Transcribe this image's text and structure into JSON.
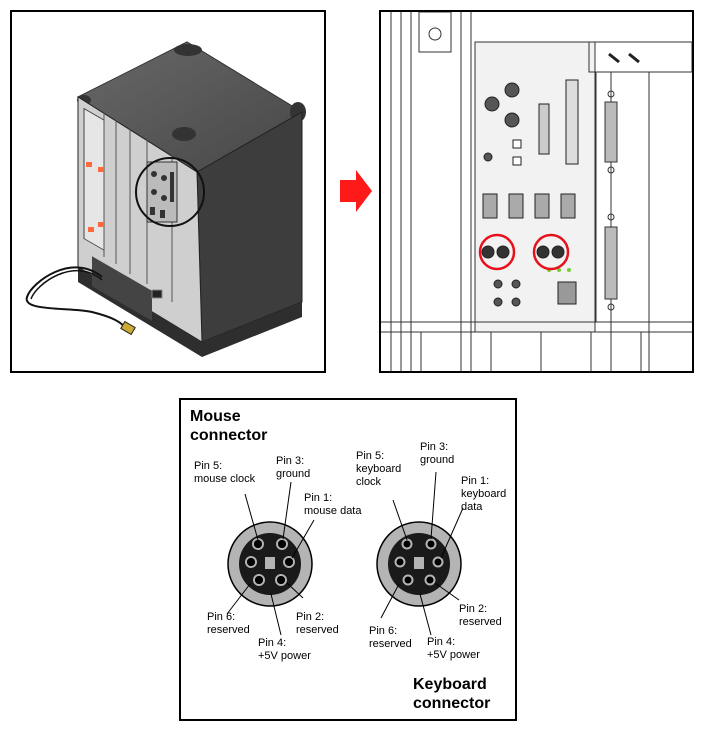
{
  "mouse": {
    "title_line1": "Mouse",
    "title_line2": "connector",
    "pin5": [
      "Pin 5:",
      "mouse clock"
    ],
    "pin3": [
      "Pin 3:",
      "ground"
    ],
    "pin1": [
      "Pin 1:",
      "mouse data"
    ],
    "pin6": [
      "Pin 6:",
      "reserved"
    ],
    "pin2": [
      "Pin 2:",
      "reserved"
    ],
    "pin4": [
      "Pin 4:",
      "+5V power"
    ]
  },
  "keyboard": {
    "title_line1": "Keyboard",
    "title_line2": "connector",
    "pin5": [
      "Pin 5:",
      "keyboard",
      "clock"
    ],
    "pin3": [
      "Pin 3:",
      "ground"
    ],
    "pin1": [
      "Pin 1:",
      "keyboard",
      "data"
    ],
    "pin6": [
      "Pin 6:",
      "reserved"
    ],
    "pin2": [
      "Pin 2:",
      "reserved"
    ],
    "pin4": [
      "Pin 4:",
      "+5V power"
    ]
  },
  "colors": {
    "arrow": "#ff1a1a",
    "highlight_circle": "#e8101a",
    "connector_ring": "#b4b4b4",
    "chassis": "#4a4a4a"
  }
}
